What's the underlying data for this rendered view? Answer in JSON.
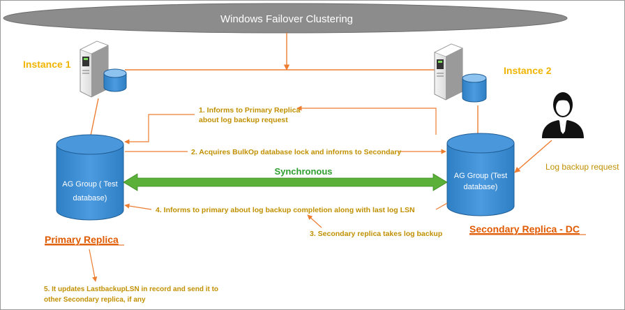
{
  "title": "Windows Failover Clustering",
  "instance1": "Instance 1",
  "instance2": "Instance 2",
  "primary_db_line1": "AG Group ( Test",
  "primary_db_line2": "database)",
  "secondary_db_line1": "AG Group (Test",
  "secondary_db_line2": "database)",
  "sync_label": "Synchronous",
  "primary_label": "Primary Replica",
  "secondary_label": "Secondary Replica - DC",
  "user_label": "Log backup request",
  "step1_line1": "1. Informs to Primary Replica",
  "step1_line2": "about log backup request",
  "step2": "2. Acquires BulkOp database lock and informs to Secondary",
  "step3": "3. Secondary replica takes log backup",
  "step4": "4. Informs to primary about log backup completion along with last log LSN",
  "step5_line1": "5. It updates LastbackupLSN in record and send it to",
  "step5_line2": "other Secondary replica, if any",
  "colors": {
    "orange_line": "#ed7d31",
    "gold_text": "#c09000",
    "instance_text": "#f0b400",
    "sync_green": "#5ab038",
    "db_blue": "#3b8bd0",
    "ellipse_gray": "#8c8c8c"
  },
  "icons": [
    "server-icon",
    "database-icon",
    "user-icon"
  ]
}
